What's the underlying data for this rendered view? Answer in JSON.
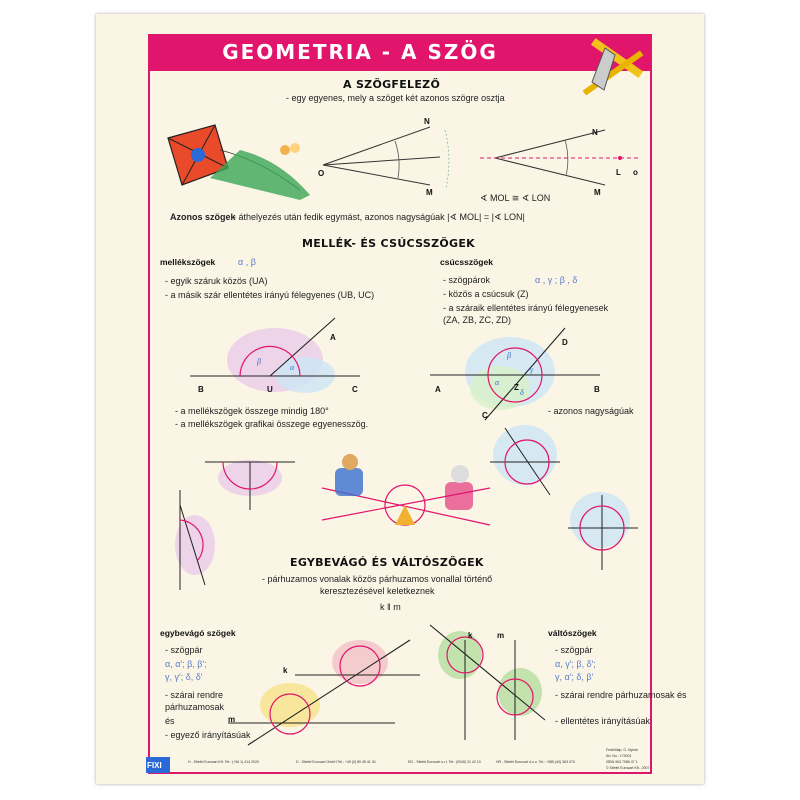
{
  "title": "GEOMETRIA - A SZÖG",
  "section1": {
    "heading": "A SZÖGFELEZŐ",
    "desc": "- egy egyenes, mely a szöget két azonos szögre osztja",
    "formula": "∢ MOL ≅ ∢ LON",
    "identical_label": "Azonos szögek",
    "identical_text": "- áthelyezés után fedik egymást, azonos nagyságúak  |∢ MOL| = |∢ LON|"
  },
  "section2": {
    "heading": "MELLÉK- ÉS CSÚCSSZÖGEK",
    "left": {
      "subheading": "mellékszögek",
      "greek": "α , β",
      "items": [
        "- egyik száruk közös  (UA)",
        "- a másik szár ellentétes irányú félegyenes  (UB, UC)"
      ],
      "notes": [
        "- a mellékszögek összege mindig 180°",
        "- a mellékszögek grafikai összege egyenesszög."
      ]
    },
    "right": {
      "subheading": "csúcsszögek",
      "items": [
        "- szögpárok",
        "- közös a csúcsuk  (Z)",
        "- a száraik ellentétes irányú félegyenesek",
        "  (ZA, ZB, ZC, ZD)"
      ],
      "greek": "α , γ ; β , δ",
      "note": "- azonos nagyságúak"
    }
  },
  "section3": {
    "heading": "EGYBEVÁGÓ ÉS VÁLTÓSZÖGEK",
    "desc1": "- párhuzamos vonalak közös párhuzamos vonallal történő",
    "desc2": "keresztezésével keletkeznek",
    "parallel": "k ‖ m",
    "left": {
      "subheading": "egybevágó szögek",
      "items": [
        "- szögpár",
        "- szárai rendre",
        "párhuzamosak",
        "és",
        "- egyező irányításúak"
      ],
      "greek": [
        "α, α′; β, β′;",
        "γ, γ′; δ, δ′"
      ]
    },
    "right": {
      "subheading": "váltószögek",
      "items": [
        "- szögpár",
        "- szárai rendre párhuzamosak és",
        "- ellentétes irányításúak"
      ],
      "greek": [
        "α, γ′; β, δ′;",
        "γ, α′; δ, β′"
      ]
    }
  },
  "footer": {
    "brand": "FIXI",
    "contacts": [
      "H - Stiefel Eurocart Kft.  Tel.: (+36 1) 414 2020",
      "D - Stiefel Eurocart GmbH  Tel.: +49 (0) 89 45 41 00",
      "RO - Stiefel Eurocart s.r.l.  Tel.: (0040) 21 42 19",
      "HR - Stiefel Eurocart d.o.o.  Tel.: +385 (40) 363 076"
    ],
    "credits": [
      "Fedélőlap: G. Nyírek",
      "Art. No.: 170001",
      "ISBN 963 7986 47 1",
      "© Stiefel Eurocart Kft., 2007"
    ]
  }
}
